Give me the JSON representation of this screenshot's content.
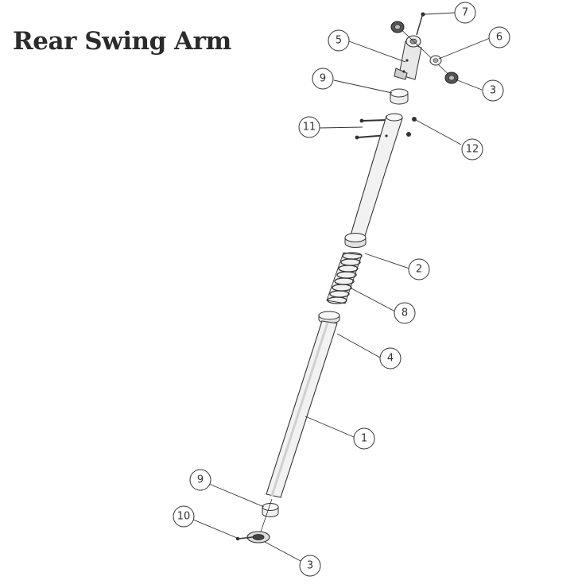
{
  "title": "Rear Swing Arm",
  "colors": {
    "line": "#333333",
    "part_fill": "#f2f2f2",
    "part_shade": "#d6d6d6",
    "dark": "#3a3a3a",
    "background": "#ffffff"
  },
  "callouts": [
    {
      "id": "callout-7",
      "label": "7"
    },
    {
      "id": "callout-5",
      "label": "5"
    },
    {
      "id": "callout-6",
      "label": "6"
    },
    {
      "id": "callout-9-top",
      "label": "9"
    },
    {
      "id": "callout-3-top",
      "label": "3"
    },
    {
      "id": "callout-11",
      "label": "11"
    },
    {
      "id": "callout-12",
      "label": "12"
    },
    {
      "id": "callout-2",
      "label": "2"
    },
    {
      "id": "callout-8",
      "label": "8"
    },
    {
      "id": "callout-4",
      "label": "4"
    },
    {
      "id": "callout-1",
      "label": "1"
    },
    {
      "id": "callout-9-bottom",
      "label": "9"
    },
    {
      "id": "callout-10",
      "label": "10"
    },
    {
      "id": "callout-3-bottom",
      "label": "3"
    }
  ]
}
